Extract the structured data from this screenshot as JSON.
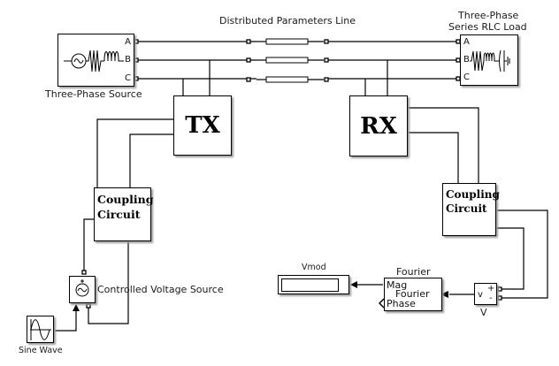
{
  "diagram": {
    "title_line": "Distributed Parameters Line",
    "blocks": {
      "source": {
        "label": "Three-Phase Source",
        "ports": [
          "A",
          "B",
          "C"
        ]
      },
      "load": {
        "label_line1": "Three-Phase",
        "label_line2": "Series RLC Load",
        "ports": [
          "A",
          "B",
          "C"
        ]
      },
      "tx": {
        "label": "TX"
      },
      "rx": {
        "label": "RX"
      },
      "coupling_tx": {
        "line1": "Coupling",
        "line2": "Circuit"
      },
      "coupling_rx": {
        "line1": "Coupling",
        "line2": "Circuit"
      },
      "cvs": {
        "label": "Controlled Voltage Source"
      },
      "sine": {
        "label": "Sine Wave"
      },
      "vmod": {
        "label": "Vmod"
      },
      "fourier": {
        "label": "Fourier",
        "port_mag": "Mag",
        "inner": "Fourier",
        "port_phase": "Phase"
      },
      "voltmeter": {
        "label": "V",
        "inner": "v",
        "plus": "+",
        "minus": "-"
      }
    }
  }
}
